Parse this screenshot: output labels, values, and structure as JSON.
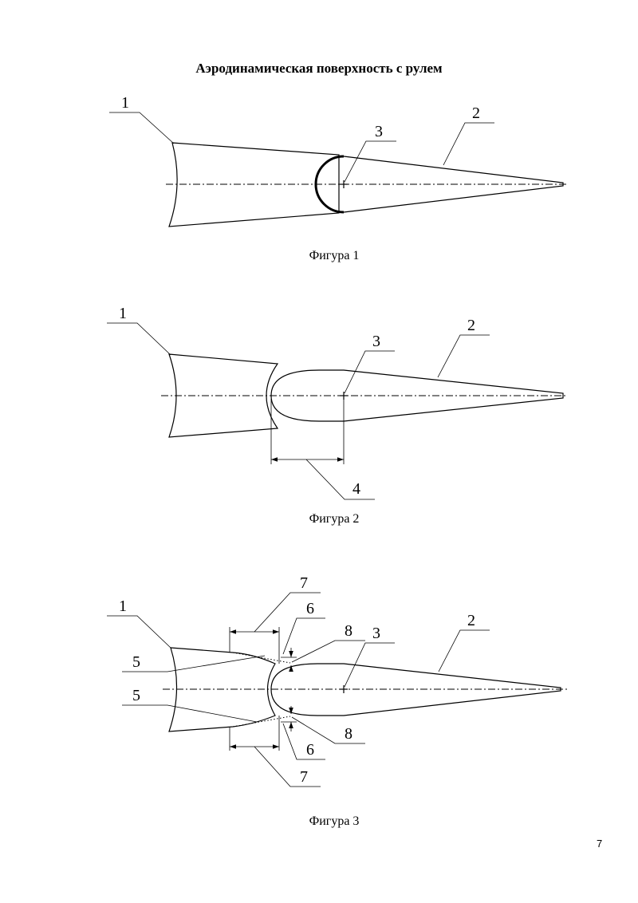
{
  "title": "Аэродинамическая поверхность с рулем",
  "page_number": "7",
  "figures": [
    {
      "caption": "Фигура 1",
      "labels": {
        "n1": "1",
        "n2": "2",
        "n3": "3"
      }
    },
    {
      "caption": "Фигура 2",
      "labels": {
        "n1": "1",
        "n2": "2",
        "n3": "3",
        "n4": "4"
      }
    },
    {
      "caption": "Фигура 3",
      "labels": {
        "n1": "1",
        "n2": "2",
        "n3": "3",
        "n5a": "5",
        "n5b": "5",
        "n6a": "6",
        "n6b": "6",
        "n7a": "7",
        "n7b": "7",
        "n8a": "8",
        "n8b": "8"
      }
    }
  ]
}
